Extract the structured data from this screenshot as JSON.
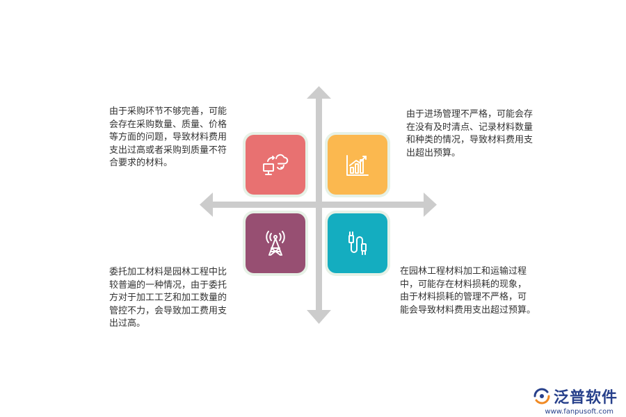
{
  "quadrants": {
    "top_left": {
      "icon": "cloud-sync-monitor-icon",
      "color": "#e87171",
      "text": "由于采购环节不够完善，可能\n会存在采购数量、质量、价格\n等方面的问题，导致材料费用\n支出过高或者采购到质量不符\n合要求的材料。"
    },
    "top_right": {
      "icon": "bar-chart-icon",
      "color": "#fbb84f",
      "text": "由于进场管理不严格，可能会存\n在没有及时清点、记录材料数量\n和种类的情况，导致材料费用支\n出超出预算。"
    },
    "bottom_left": {
      "icon": "signal-tower-icon",
      "color": "#974f72",
      "text": "委托加工材料是园林工程中比\n较普遍的一种情况，由于委托\n方对于加工工艺和加工数量的\n管控不力，会导致加工费用支\n出过高。"
    },
    "bottom_right": {
      "icon": "usb-cable-icon",
      "color": "#14adc0",
      "text": "在园林工程材料加工和运输过程\n中，可能存在材料损耗的现象，\n由于材料损耗的管理不严格，可\n能会导致材料费用支出超过预算。"
    }
  },
  "logo": {
    "name": "泛普软件",
    "url": "www.fanpusoft.com"
  }
}
